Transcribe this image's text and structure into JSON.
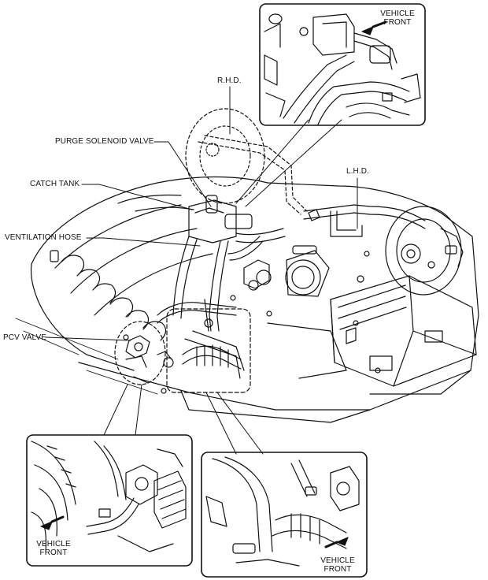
{
  "labels": {
    "rhd": "R.H.D.",
    "purge_solenoid_valve": "PURGE SOLENOID VALVE",
    "catch_tank": "CATCH TANK",
    "ventilation_hose": "VENTILATION HOSE",
    "pcv_valve": "PCV VALVE",
    "lhd": "L.H.D."
  },
  "insets": {
    "top_right": {
      "vehicle_front_line1": "VEHICLE",
      "vehicle_front_line2": "FRONT"
    },
    "bottom_left": {
      "vehicle_front_line1": "VEHICLE",
      "vehicle_front_line2": "FRONT"
    },
    "bottom_right": {
      "vehicle_front_line1": "VEHICLE",
      "vehicle_front_line2": "FRONT"
    }
  },
  "colors": {
    "line": "#111111",
    "background": "#ffffff"
  }
}
